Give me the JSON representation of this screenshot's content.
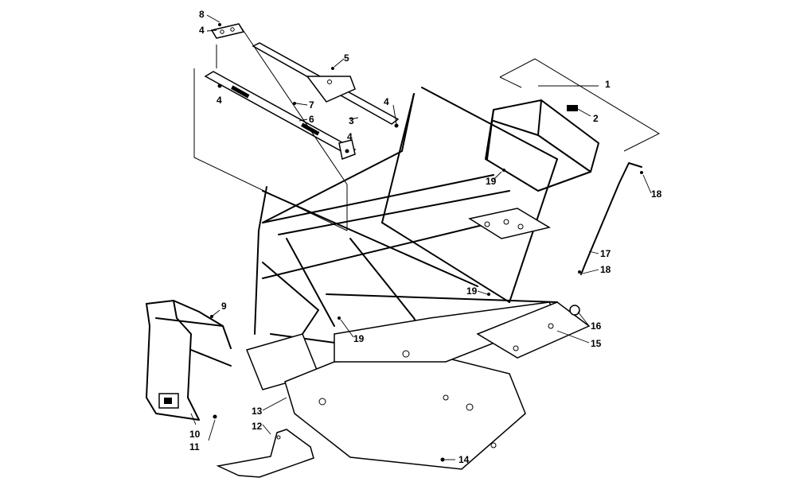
{
  "callouts": [
    {
      "id": "c1",
      "label": "1"
    },
    {
      "id": "c2",
      "label": "2"
    },
    {
      "id": "c3",
      "label": "3"
    },
    {
      "id": "c4a",
      "label": "4"
    },
    {
      "id": "c4b",
      "label": "4"
    },
    {
      "id": "c4c",
      "label": "4"
    },
    {
      "id": "c4d",
      "label": "4"
    },
    {
      "id": "c5",
      "label": "5"
    },
    {
      "id": "c6",
      "label": "6"
    },
    {
      "id": "c7",
      "label": "7"
    },
    {
      "id": "c8",
      "label": "8"
    },
    {
      "id": "c9",
      "label": "9"
    },
    {
      "id": "c10",
      "label": "10"
    },
    {
      "id": "c11",
      "label": "11"
    },
    {
      "id": "c12",
      "label": "12"
    },
    {
      "id": "c13",
      "label": "13"
    },
    {
      "id": "c14",
      "label": "14"
    },
    {
      "id": "c15",
      "label": "15"
    },
    {
      "id": "c16",
      "label": "16"
    },
    {
      "id": "c17",
      "label": "17"
    },
    {
      "id": "c18a",
      "label": "18"
    },
    {
      "id": "c18b",
      "label": "18"
    },
    {
      "id": "c19a",
      "label": "19"
    },
    {
      "id": "c19b",
      "label": "19"
    },
    {
      "id": "c19c",
      "label": "19"
    }
  ]
}
